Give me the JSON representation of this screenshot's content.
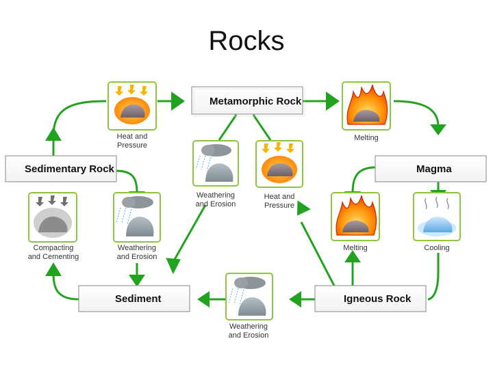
{
  "title": "Rocks",
  "rock_types": {
    "metamorphic": "Metamorphic Rock",
    "sedimentary": "Sedimentary Rock",
    "magma": "Magma",
    "sediment": "Sediment",
    "igneous": "Igneous Rock"
  },
  "processes": {
    "heat_pressure_top": [
      "Heat and",
      "Pressure"
    ],
    "melting_top": [
      "Melting"
    ],
    "weathering_mid": [
      "Weathering",
      "and Erosion"
    ],
    "heat_pressure_mid": [
      "Heat and",
      "Pressure"
    ],
    "compacting": [
      "Compacting",
      "and Cementing"
    ],
    "weathering_left": [
      "Weathering",
      "and Erosion"
    ],
    "melting_right": [
      "Melting"
    ],
    "cooling": [
      "Cooling"
    ],
    "weathering_bottom": [
      "Weathering",
      "and Erosion"
    ]
  },
  "icons": {
    "label_icon": "magnifier-icon",
    "heat_pressure": "heat-pressure-icon",
    "melting": "melting-icon",
    "weathering": "weathering-icon",
    "compacting": "compacting-icon",
    "cooling": "cooling-icon"
  },
  "colors": {
    "arrow": "#22a31f",
    "icon_border": "#8cc63f",
    "rock": "#8a7b82"
  }
}
